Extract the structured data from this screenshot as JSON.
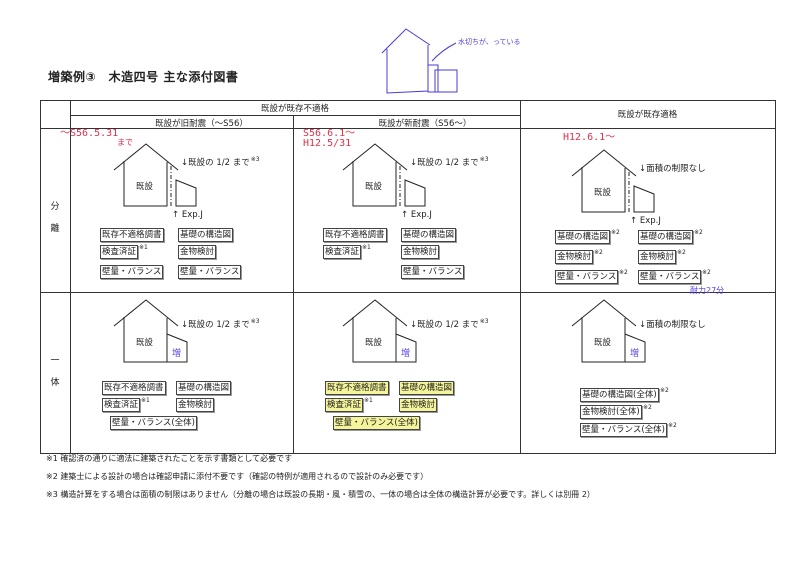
{
  "title": "増築例③　木造四号 主な添付図書",
  "sketch_note": "水切ちが、っている",
  "header": {
    "non_conforming": "既設が既存不適格",
    "old_seismic": "既設が旧耐震（～S56）",
    "new_seismic": "既設が新耐震（S56～）",
    "conforming": "既設が既存適格"
  },
  "handwritten": {
    "col1_date": "～S56.5.31",
    "col1_until": "まで",
    "col2_from": "S56.6.1～",
    "col2_to": "H12.5/31",
    "col3_from": "H12.6.1～",
    "col3_note": "耐力27分"
  },
  "rows": [
    "分離",
    "一体"
  ],
  "cells": [
    {
      "house": "既設",
      "limit": "↓既設の 1/2 まで",
      "limit_note": "※3",
      "expj": "↑ Exp.J",
      "left": [
        {
          "t": "既存不適格調書"
        },
        {
          "t": "検査済証",
          "n": "※1"
        },
        {
          "t": "壁量・バランス"
        }
      ],
      "right": [
        {
          "t": "基礎の構造図"
        },
        {
          "t": "金物検討"
        },
        {
          "t": "壁量・バランス"
        }
      ]
    },
    {
      "house": "既設",
      "limit": "↓既設の 1/2 まで",
      "limit_note": "※3",
      "expj": "↑ Exp.J",
      "left": [
        {
          "t": "既存不適格調書"
        },
        {
          "t": "検査済証",
          "n": "※1"
        }
      ],
      "right": [
        {
          "t": "基礎の構造図"
        },
        {
          "t": "金物検討"
        },
        {
          "t": "壁量・バランス"
        }
      ]
    },
    {
      "house": "既設",
      "limit": "↓面積の制限なし",
      "expj": "↑ Exp.J",
      "left": [
        {
          "t": "基礎の構造図",
          "n": "※2"
        },
        {
          "t": "金物検討",
          "n": "※2"
        },
        {
          "t": "壁量・バランス",
          "n": "※2"
        }
      ],
      "right": [
        {
          "t": "基礎の構造図",
          "n": "※2"
        },
        {
          "t": "金物検討",
          "n": "※2"
        },
        {
          "t": "壁量・バランス",
          "n": "※2"
        }
      ]
    },
    {
      "house": "既設",
      "limit": "↓既設の 1/2 まで",
      "limit_note": "※3",
      "annex": "増",
      "left": [
        {
          "t": "既存不適格調書"
        },
        {
          "t": "検査済証",
          "n": "※1"
        }
      ],
      "right": [
        {
          "t": "基礎の構造図"
        },
        {
          "t": "金物検討"
        }
      ],
      "bottom": {
        "t": "壁量・バランス(全体)"
      }
    },
    {
      "house": "既設",
      "limit": "↓既設の 1/2 まで",
      "limit_note": "※3",
      "annex": "増",
      "left": [
        {
          "t": "既存不適格調書",
          "h": true
        },
        {
          "t": "検査済証",
          "n": "※1",
          "h": true
        }
      ],
      "right": [
        {
          "t": "基礎の構造図",
          "h": true
        },
        {
          "t": "金物検討",
          "h": true
        }
      ],
      "bottom": {
        "t": "壁量・バランス(全体)",
        "h": true
      }
    },
    {
      "house": "既設",
      "limit": "↓面積の制限なし",
      "annex": "増",
      "left": [
        {
          "t": "基礎の構造図(全体)",
          "n": "※2"
        },
        {
          "t": "金物検討(全体)",
          "n": "※2"
        },
        {
          "t": "壁量・バランス(全体)",
          "n": "※2"
        }
      ]
    }
  ],
  "footnotes": [
    "※1 確認済の通りに適法に建築されたことを示す書類として必要です",
    "※2 建築士による設計の場合は確認申請に添付不要です（確認の特例が適用されるので設計のみ必要です）",
    "※3 構造計算をする場合は面積の制限はありません（分離の場合は既設の長期・風・積雪の、一体の場合は全体の構造計算が必要です。詳しくは別冊 2）"
  ],
  "colors": {
    "red_ink": "#e0304a",
    "blue_ink": "#5a3ee0",
    "highlight": "#f4f49a"
  }
}
